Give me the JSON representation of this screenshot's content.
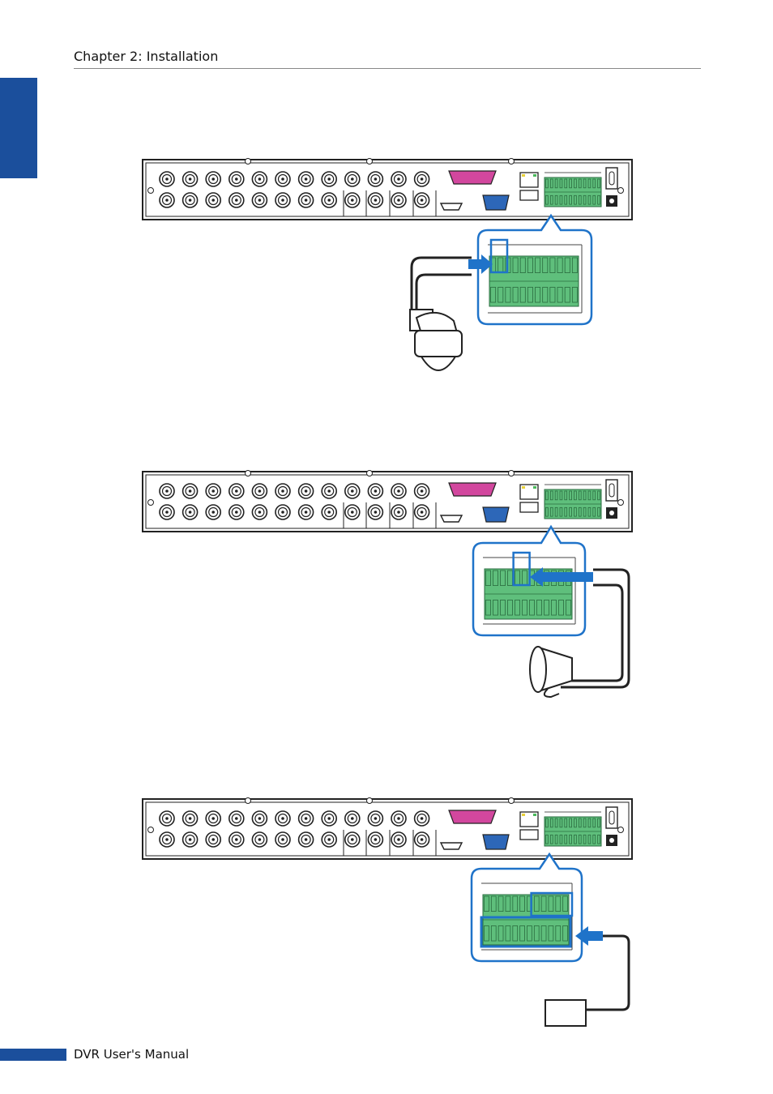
{
  "header": {
    "title": "Chapter 2: Installation"
  },
  "sidebar": {
    "accent": "#1b4f9c"
  },
  "footer": {
    "title": "DVR User's Manual"
  },
  "figures": [
    {
      "name": "ptz-camera-connection",
      "device": "speed-dome-camera",
      "arrow_direction": "into-terminal"
    },
    {
      "name": "alarm-output-connection",
      "device": "siren",
      "arrow_direction": "from-terminal"
    },
    {
      "name": "sensor-input-connection",
      "device": "sensor-box",
      "arrow_direction": "into-terminal"
    }
  ],
  "colors": {
    "terminal_green": "#5fbf7c",
    "terminal_dark": "#2a6b3f",
    "callout_blue": "#1f73c9",
    "vga_blue": "#2d67b8",
    "serial_pink": "#d2479e"
  }
}
